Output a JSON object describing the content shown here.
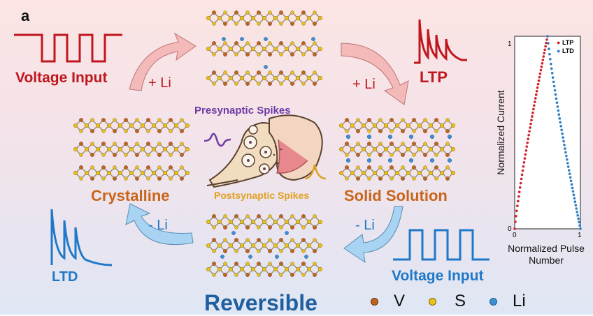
{
  "panel_label": "a",
  "labels": {
    "voltage_input_top": "Voltage Input",
    "voltage_input_bottom": "Voltage Input",
    "plus_li_left": "+ Li",
    "plus_li_right": "+ Li",
    "minus_li_left": "- Li",
    "minus_li_right": "- Li",
    "ltp": "LTP",
    "ltd": "LTD",
    "crystalline": "Crystalline",
    "solid_solution": "Solid Solution",
    "presynaptic": "Presynaptic Spikes",
    "postsynaptic": "Postsynaptic Spikes",
    "reversible": "Reversible"
  },
  "legend": {
    "items": [
      {
        "symbol": "V",
        "color": "#c0651e"
      },
      {
        "symbol": "S",
        "color": "#e6c21a"
      },
      {
        "symbol": "Li",
        "color": "#3f8fd0"
      }
    ]
  },
  "colors": {
    "red": "#c0161d",
    "blue": "#1f78c8",
    "orange": "#c9651a",
    "purple": "#6f3aa6",
    "amber": "#e0a020",
    "arrow_pink": "#f4b9b9",
    "arrow_blue": "#a9d3f2",
    "reversible": "#1f5f9f"
  },
  "chart_data": {
    "type": "scatter",
    "xlabel": "Normalized Pulse Number",
    "ylabel": "Normalized Current",
    "xlim": [
      0,
      1
    ],
    "ylim": [
      0,
      1
    ],
    "x_ticks": [
      "0",
      "1"
    ],
    "y_ticks": [
      "0",
      "1"
    ],
    "legend_position": "top-right",
    "series": [
      {
        "name": "LTP",
        "color": "#d21f2a",
        "x_start": 0,
        "x_end": 0.5,
        "y_start": 0,
        "y_end": 1,
        "points": 50
      },
      {
        "name": "LTD",
        "color": "#2d7fc6",
        "x_start": 0.5,
        "x_end": 1,
        "y_start": 1,
        "y_end": 0,
        "points": 50
      }
    ]
  }
}
